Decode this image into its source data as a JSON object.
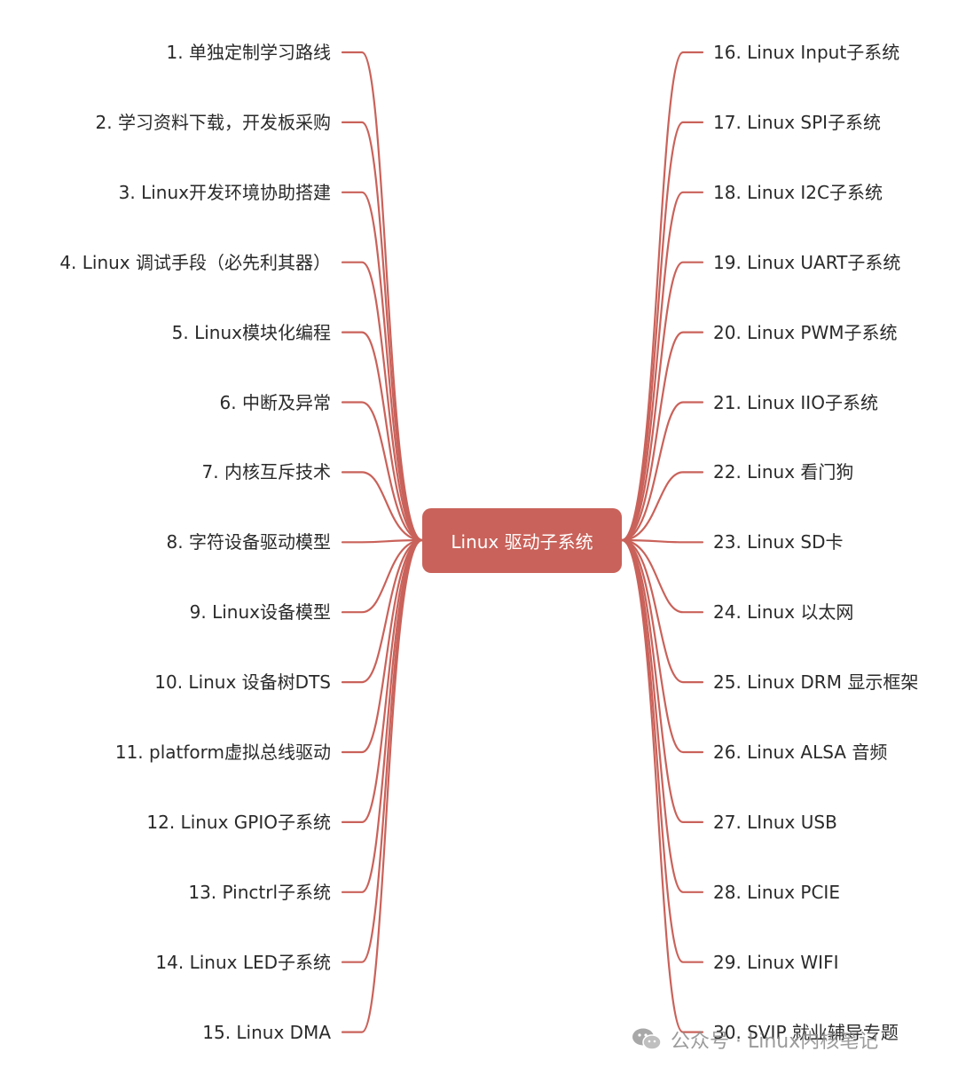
{
  "center": {
    "label": "Linux 驱动子系统"
  },
  "left_nodes": [
    "1. 单独定制学习路线",
    "2. 学习资料下载，开发板采购",
    "3. Linux开发环境协助搭建",
    "4. Linux 调试手段（必先利其器）",
    "5. Linux模块化编程",
    "6. 中断及异常",
    "7. 内核互斥技术",
    "8. 字符设备驱动模型",
    "9. Linux设备模型",
    "10. Linux 设备树DTS",
    "11. platform虚拟总线驱动",
    "12. Linux GPIO子系统",
    "13. Pinctrl子系统",
    "14. Linux LED子系统",
    "15. Linux DMA"
  ],
  "right_nodes": [
    "16. Linux Input子系统",
    "17. Linux SPI子系统",
    "18. Linux I2C子系统",
    "19. Linux UART子系统",
    "20. Linux PWM子系统",
    "21. Linux IIO子系统",
    "22. Linux 看门狗",
    "23. Linux SD卡",
    "24. Linux 以太网",
    "25. Linux DRM 显示框架",
    "26. Linux ALSA 音频",
    "27. LInux USB",
    "28. Linux PCIE",
    "29. Linux WIFI",
    "30. SVIP 就业辅导专题"
  ],
  "watermark": {
    "text": "公众号 · Linux内核笔记",
    "icon": "wechat-icon"
  },
  "colors": {
    "accent": "#c9625a",
    "branch": "#c9625a",
    "text": "#2a2a2a",
    "watermark": "#8a8a8a"
  }
}
